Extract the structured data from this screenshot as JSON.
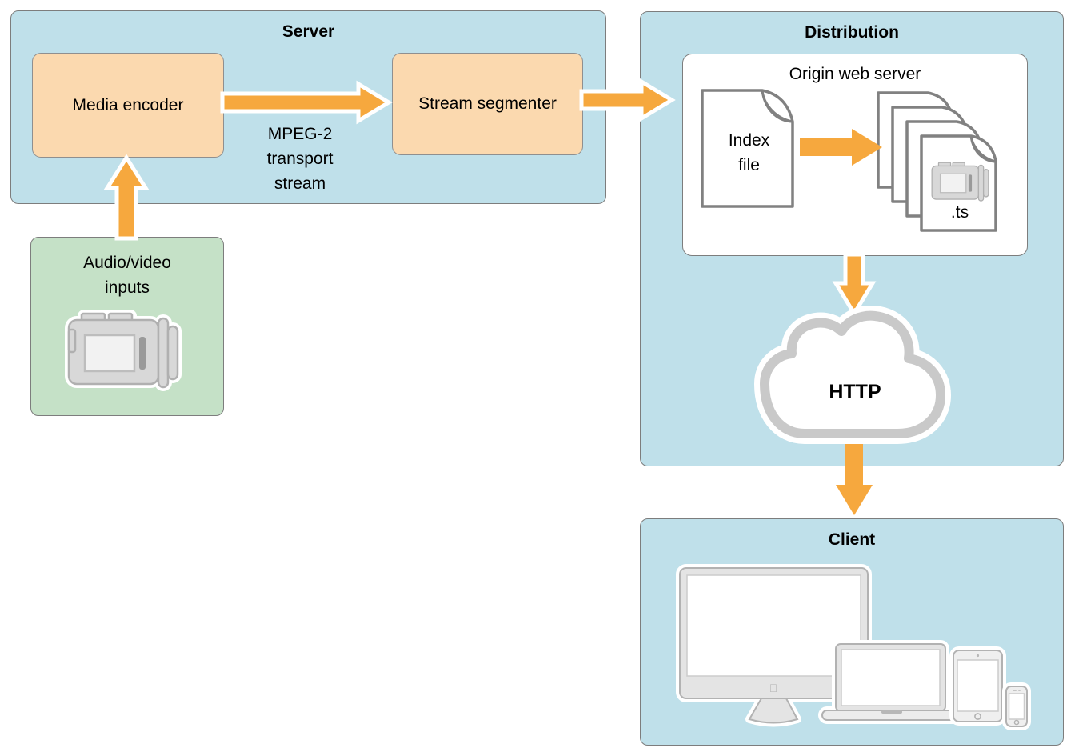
{
  "palette": {
    "container_fill": "#bfe0ea",
    "container_border": "#7d7d7d",
    "process_fill": "#fbd9af",
    "process_border": "#8f8f8f",
    "input_fill": "#c5e1c7",
    "arrow_orange": "#f6a83e",
    "doc_stroke": "#818181",
    "cloud_gray": "#c9c9c9",
    "device_gray": "#e4e4e4",
    "device_stroke": "#b2b2b2"
  },
  "server": {
    "title": "Server",
    "media_encoder_label": "Media encoder",
    "stream_segmenter_label": "Stream segmenter",
    "stream_label_lines": [
      "MPEG-2",
      "transport",
      "stream"
    ]
  },
  "inputs": {
    "label_lines": [
      "Audio/video",
      "inputs"
    ]
  },
  "distribution": {
    "title": "Distribution",
    "origin_server": {
      "title": "Origin web server",
      "index_file_lines": [
        "Index",
        "file"
      ],
      "ts_file_label": ".ts"
    },
    "network_label": "HTTP"
  },
  "client": {
    "title": "Client"
  }
}
